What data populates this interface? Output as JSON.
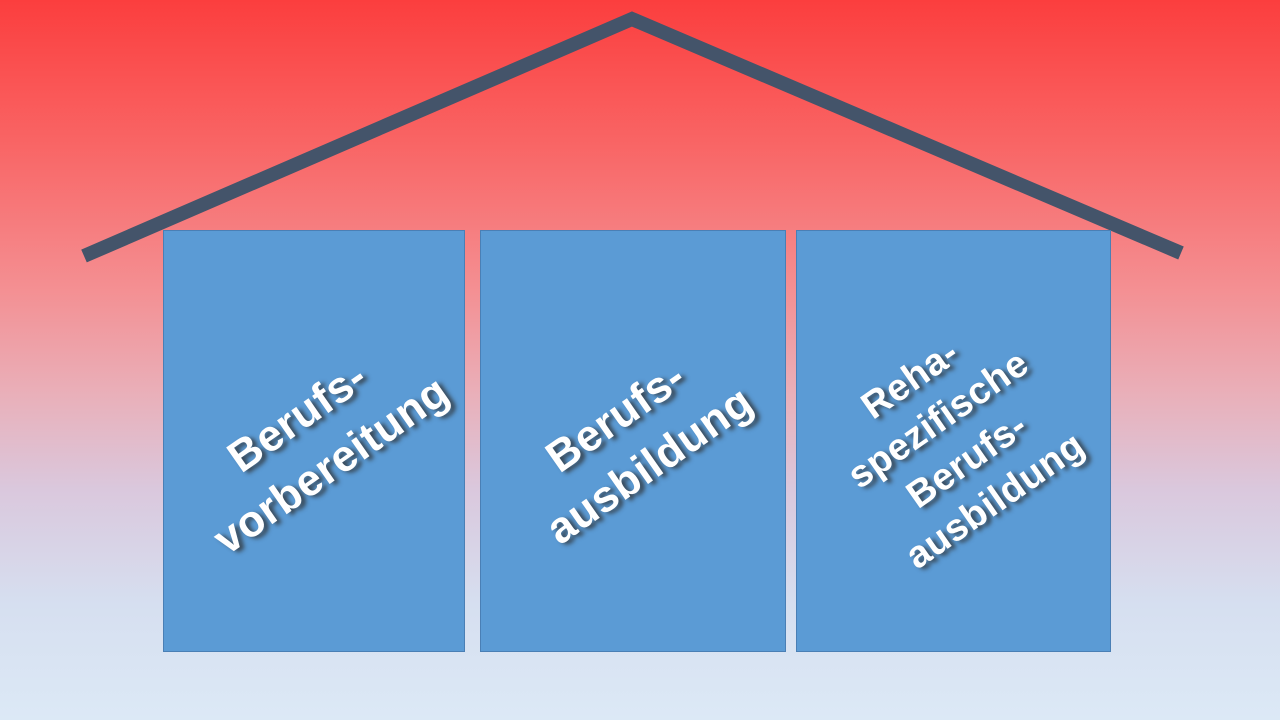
{
  "diagram": {
    "type": "house-pillar-diagram",
    "pillars": [
      {
        "label": "Berufs-\nvorbereitung"
      },
      {
        "label": "Berufs-\nausbildung"
      },
      {
        "label": "Reha-\nspezifische\nBerufs-\nausbildung"
      }
    ]
  },
  "colors": {
    "bg_top": "#fb3e3e",
    "bg_mid": "#e9b0ba",
    "bg_bottom": "#dce9f6",
    "roof_color": "#44546a",
    "pillar_fill": "#5b9bd5",
    "pillar_border": "#4a7fb5",
    "label_text": "#ffffff"
  }
}
